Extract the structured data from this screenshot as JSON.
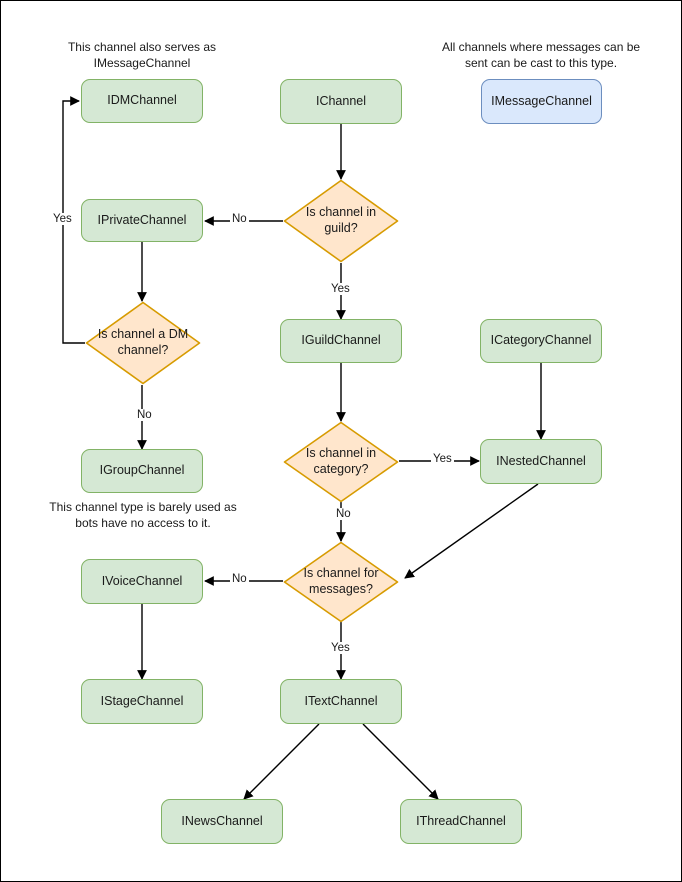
{
  "diagram": {
    "title": "Discord channel type decision flowchart",
    "colors": {
      "green_fill": "#d5e8d4",
      "green_stroke": "#82b366",
      "blue_fill": "#dae8fc",
      "blue_stroke": "#6c8ebf",
      "orange_fill": "#ffe6cc",
      "orange_stroke": "#d79b00",
      "edge_stroke": "#000000",
      "page_border": "#000000",
      "background": "#ffffff"
    },
    "notes": [
      {
        "id": "note-dm",
        "text": "This channel also serves as IMessageChannel"
      },
      {
        "id": "note-message",
        "text": "All channels where messages can be sent can be cast to this type."
      },
      {
        "id": "note-group",
        "text": "This channel type is barely used as bots have no access to it."
      }
    ],
    "nodes": [
      {
        "id": "idmchannel",
        "label": "IDMChannel",
        "shape": "box",
        "style": "green"
      },
      {
        "id": "ichannel",
        "label": "IChannel",
        "shape": "box",
        "style": "green"
      },
      {
        "id": "imessagechannel",
        "label": "IMessageChannel",
        "shape": "box",
        "style": "blue"
      },
      {
        "id": "iprivatechannel",
        "label": "IPrivateChannel",
        "shape": "box",
        "style": "green"
      },
      {
        "id": "is-channel-in-guild",
        "label": "Is channel in guild?",
        "shape": "diamond",
        "style": "orange"
      },
      {
        "id": "is-channel-a-dm-channel",
        "label": "Is channel a DM channel?",
        "shape": "diamond",
        "style": "orange"
      },
      {
        "id": "iguildchannel",
        "label": "IGuildChannel",
        "shape": "box",
        "style": "green"
      },
      {
        "id": "icategorychannel",
        "label": "ICategoryChannel",
        "shape": "box",
        "style": "green"
      },
      {
        "id": "igroupchannel",
        "label": "IGroupChannel",
        "shape": "box",
        "style": "green"
      },
      {
        "id": "is-channel-in-category",
        "label": "Is channel in category?",
        "shape": "diamond",
        "style": "orange"
      },
      {
        "id": "inestedchannel",
        "label": "INestedChannel",
        "shape": "box",
        "style": "green"
      },
      {
        "id": "ivoicechannel",
        "label": "IVoiceChannel",
        "shape": "box",
        "style": "green"
      },
      {
        "id": "is-channel-for-messages",
        "label": "Is channel for messages?",
        "shape": "diamond",
        "style": "orange"
      },
      {
        "id": "istagechannel",
        "label": "IStageChannel",
        "shape": "box",
        "style": "green"
      },
      {
        "id": "itextchannel",
        "label": "ITextChannel",
        "shape": "box",
        "style": "green"
      },
      {
        "id": "inewschannel",
        "label": "INewsChannel",
        "shape": "box",
        "style": "green"
      },
      {
        "id": "ithreadchannel",
        "label": "IThreadChannel",
        "shape": "box",
        "style": "green"
      }
    ],
    "edges": [
      {
        "id": "edge-ichannel-guild",
        "from": "ichannel",
        "to": "is-channel-in-guild",
        "label": ""
      },
      {
        "id": "edge-guild-no",
        "from": "is-channel-in-guild",
        "to": "iprivatechannel",
        "label": "No"
      },
      {
        "id": "edge-guild-yes",
        "from": "is-channel-in-guild",
        "to": "iguildchannel",
        "label": "Yes"
      },
      {
        "id": "edge-private-dm",
        "from": "iprivatechannel",
        "to": "is-channel-a-dm-channel",
        "label": ""
      },
      {
        "id": "edge-dm-yes",
        "from": "is-channel-a-dm-channel",
        "to": "idmchannel",
        "label": "Yes"
      },
      {
        "id": "edge-dm-no",
        "from": "is-channel-a-dm-channel",
        "to": "igroupchannel",
        "label": "No"
      },
      {
        "id": "edge-guildchannel-category",
        "from": "iguildchannel",
        "to": "is-channel-in-category",
        "label": ""
      },
      {
        "id": "edge-category-yes",
        "from": "is-channel-in-category",
        "to": "inestedchannel",
        "label": "Yes"
      },
      {
        "id": "edge-category-no",
        "from": "is-channel-in-category",
        "to": "is-channel-for-messages",
        "label": "No"
      },
      {
        "id": "edge-icategory-inested",
        "from": "icategorychannel",
        "to": "inestedchannel",
        "label": ""
      },
      {
        "id": "edge-inested-messages",
        "from": "inestedchannel",
        "to": "is-channel-for-messages",
        "label": ""
      },
      {
        "id": "edge-messages-no",
        "from": "is-channel-for-messages",
        "to": "ivoicechannel",
        "label": "No"
      },
      {
        "id": "edge-messages-yes",
        "from": "is-channel-for-messages",
        "to": "itextchannel",
        "label": "Yes"
      },
      {
        "id": "edge-voice-stage",
        "from": "ivoicechannel",
        "to": "istagechannel",
        "label": ""
      },
      {
        "id": "edge-text-news",
        "from": "itextchannel",
        "to": "inewschannel",
        "label": ""
      },
      {
        "id": "edge-text-thread",
        "from": "itextchannel",
        "to": "ithreadchannel",
        "label": ""
      }
    ],
    "edge_labels": [
      {
        "id": "label-guild-no",
        "text": "No"
      },
      {
        "id": "label-guild-yes",
        "text": "Yes"
      },
      {
        "id": "label-dm-yes",
        "text": "Yes"
      },
      {
        "id": "label-dm-no",
        "text": "No"
      },
      {
        "id": "label-category-yes",
        "text": "Yes"
      },
      {
        "id": "label-category-no",
        "text": "No"
      },
      {
        "id": "label-messages-no",
        "text": "No"
      },
      {
        "id": "label-messages-yes",
        "text": "Yes"
      }
    ]
  }
}
